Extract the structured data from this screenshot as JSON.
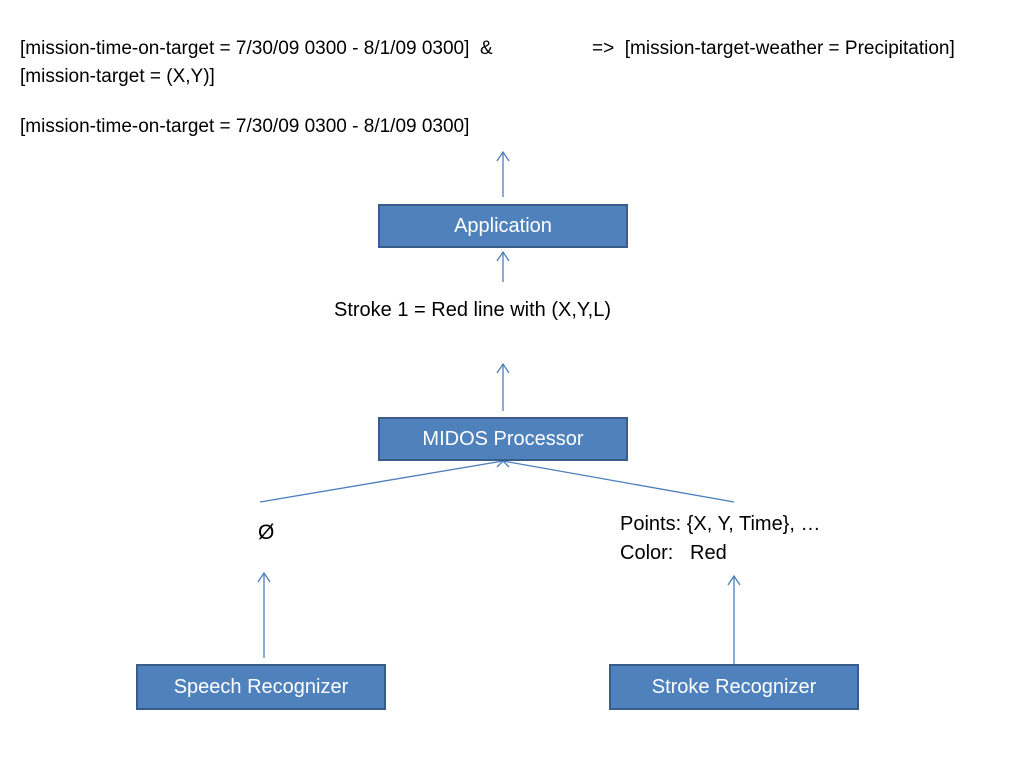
{
  "rule": {
    "line1_left": "[mission-time-on-target = 7/30/09 0300 - 8/1/09 0300]  &",
    "line1_right": "=>  [mission-target-weather = Precipitation]",
    "line2": "[mission-target = (X,Y)]"
  },
  "app_input": "[mission-time-on-target = 7/30/09 0300 - 8/1/09 0300]",
  "boxes": {
    "application": "Application",
    "midos": "MIDOS Processor",
    "speech": "Speech Recognizer",
    "stroke": "Stroke Recognizer"
  },
  "stroke_interpretation": "Stroke 1 = Red line with (X,Y,L)",
  "speech_output": "Ø",
  "stroke_output": {
    "points": "Points: {X, Y, Time}, …",
    "color": "Color:   Red"
  },
  "colors": {
    "box_fill": "#4f81bd",
    "box_border": "#385d8a",
    "box_text": "#ffffff",
    "connector": "#4a7ebb"
  }
}
